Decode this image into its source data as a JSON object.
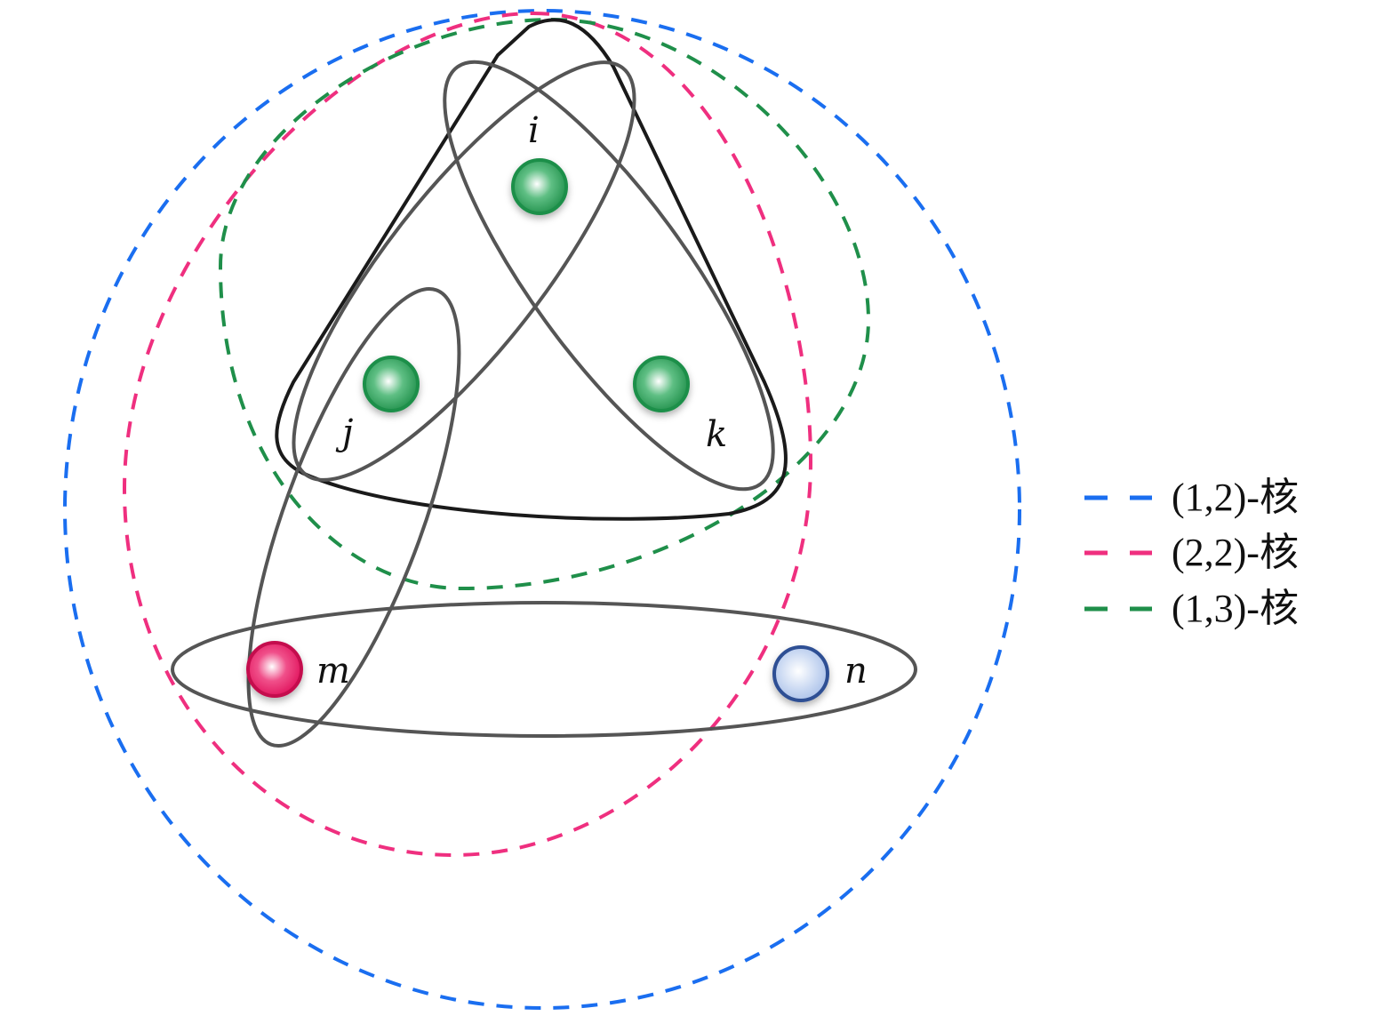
{
  "colors": {
    "core_1_2": "#1a6ef0",
    "core_2_2": "#ef2f7f",
    "core_1_3": "#1f8f4a",
    "hyperedge": "#555555",
    "hyperedge_ijk": "#1a1a1a",
    "node_green": "#1f8f4a",
    "node_pink": "#e0105a",
    "node_blue": "#2f4f94"
  },
  "nodes": [
    {
      "id": "i",
      "label": "i",
      "color": "green"
    },
    {
      "id": "j",
      "label": "j",
      "color": "green"
    },
    {
      "id": "k",
      "label": "k",
      "color": "green"
    },
    {
      "id": "m",
      "label": "m",
      "color": "pink"
    },
    {
      "id": "n",
      "label": "n",
      "color": "blue"
    }
  ],
  "hyperedges": [
    [
      "i",
      "j",
      "k"
    ],
    [
      "i",
      "k"
    ],
    [
      "i",
      "j"
    ],
    [
      "j",
      "m"
    ],
    [
      "m",
      "n"
    ]
  ],
  "legend": [
    {
      "label": "(1,2)-核",
      "color": "#1a6ef0"
    },
    {
      "label": "(2,2)-核",
      "color": "#ef2f7f"
    },
    {
      "label": "(1,3)-核",
      "color": "#1f8f4a"
    }
  ]
}
